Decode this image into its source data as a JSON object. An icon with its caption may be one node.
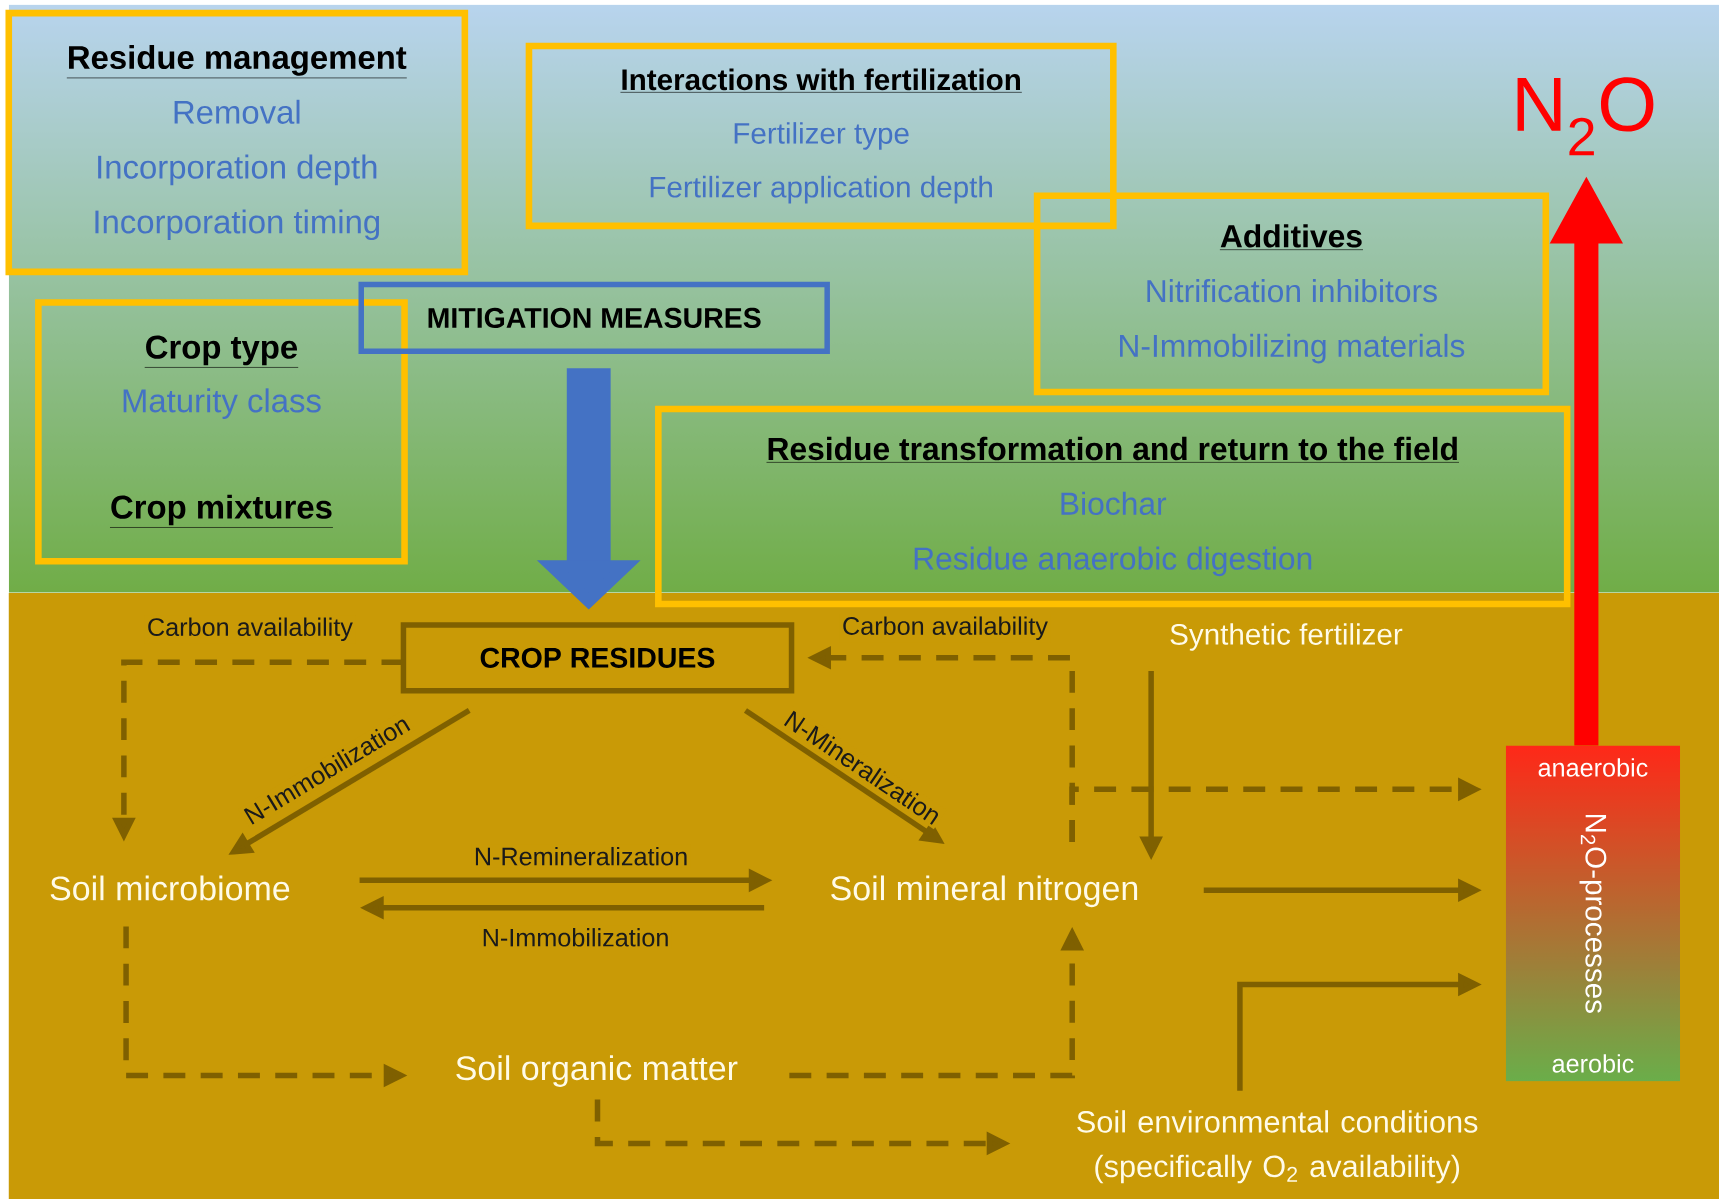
{
  "diagram": {
    "nodes": [
      {
        "text": [
          "Residue management",
          "Removal",
          "Incorporation depth",
          "Incorporation timing"
        ]
      },
      {
        "text": [
          "Interactions with fertilization",
          "Fertilizer type",
          "Fertilizer application depth"
        ]
      },
      {
        "text": [
          "N$_{2}$O"
        ]
      },
      {
        "text": [
          "Crop type",
          "Maturity class",
          "Crop mixtures"
        ]
      },
      {
        "text": [
          "MITIGATION MEASURES"
        ]
      },
      {
        "text": [
          "Additives",
          "Nitrification inhibitors",
          "N-Immobilizing materials"
        ]
      },
      {
        "text": [
          "Residue transformation and return to the field",
          "Biochar",
          "Residue anaerobic digestion"
        ]
      },
      {
        "text": [
          "CROP RESIDUES"
        ]
      },
      {
        "text": [
          "Synthetic fertilizer"
        ]
      },
      {
        "text": [
          "Soil microbiome"
        ]
      },
      {
        "text": [
          "Soil mineral nitrogen"
        ]
      },
      {
        "text": [
          "anaerobic",
          "N$_{2}$O-processes",
          "aerobic"
        ]
      },
      {
        "text": [
          "Soil organic matter"
        ]
      },
      {
        "text": [
          "Soil environmental conditions (specifically O$_{2}$ availability)"
        ]
      }
    ],
    "edges": [
      {
        "from": 4,
        "to": 7,
        "arrow": "to",
        "style": "thick",
        "color": "#4472c4"
      },
      {
        "from": 7,
        "to": 9,
        "arrow": "to",
        "label": "N-Immobilization"
      },
      {
        "from": 7,
        "to": 10,
        "arrow": "to",
        "label": "N-Mineralization"
      },
      {
        "from": 9,
        "to": 10,
        "arrow": "to",
        "label": "N-Remineralization"
      },
      {
        "from": 10,
        "to": 9,
        "arrow": "to",
        "label": "N-Immobilization"
      },
      {
        "from": 8,
        "to": 10,
        "arrow": "to"
      },
      {
        "from": 10,
        "to": 11,
        "arrow": "to"
      },
      {
        "from": 13,
        "to": 11,
        "arrow": "to"
      },
      {
        "from": 11,
        "to": 2,
        "arrow": "to",
        "style": "thick",
        "color": "#ff0000"
      },
      {
        "from": 7,
        "to": 9,
        "arrow": "to",
        "style": "dashed",
        "label": "Carbon availability"
      },
      {
        "from": 9,
        "to": 12,
        "arrow": "to",
        "style": "dashed"
      },
      {
        "from": 12,
        "to": 10,
        "arrow": "to",
        "style": "dashed"
      },
      {
        "from": 10,
        "to": 7,
        "arrow": "to",
        "style": "dashed",
        "label": "Carbon availability"
      },
      {
        "from": 10,
        "to": 11,
        "arrow": "to",
        "style": "dashed"
      },
      {
        "from": 12,
        "to": 13,
        "arrow": "to",
        "style": "dashed"
      }
    ]
  }
}
